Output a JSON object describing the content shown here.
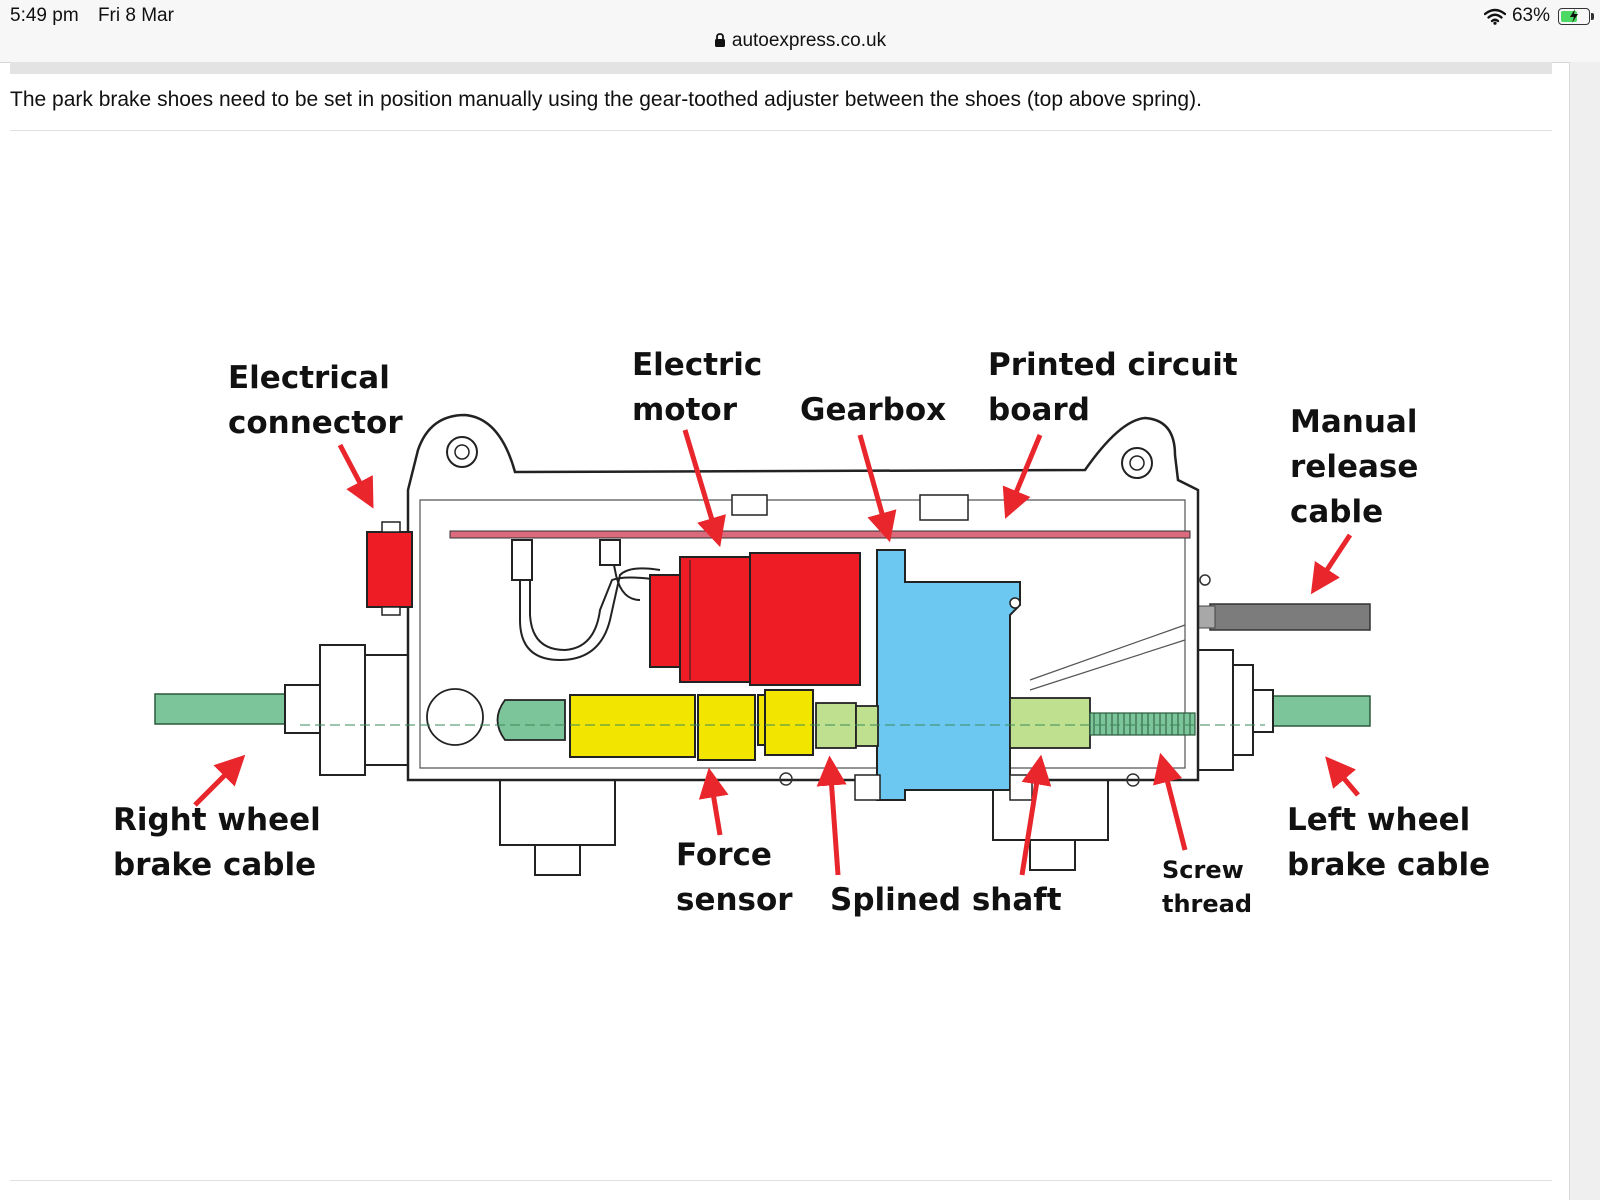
{
  "status_bar": {
    "time": "5:49 pm",
    "date": "Fri 8 Mar",
    "battery": "63%",
    "battery_level": 0.63,
    "icons": [
      "wifi-icon",
      "battery-charging-icon"
    ]
  },
  "browser": {
    "url": "autoexpress.co.uk",
    "icon": "lock-icon"
  },
  "article": {
    "caption": "The park brake shoes need to be set in position manually using the gear-toothed adjuster between the shoes (top above spring)."
  },
  "diagram": {
    "colors": {
      "motor_red": "#ee1c24",
      "gearbox_blue": "#6cc8f0",
      "force_sensor_yellow": "#f2e600",
      "shaft_green": "#bfe08f",
      "cable_green": "#7cc49a",
      "pcb_pink": "#d96b7d",
      "arrow_red": "#e8262c"
    },
    "labels": {
      "electrical_connector": [
        "Electrical",
        "connector"
      ],
      "electric_motor": [
        "Electric",
        "motor"
      ],
      "gearbox": "Gearbox",
      "printed_circuit_board": [
        "Printed circuit",
        "board"
      ],
      "manual_release_cable": [
        "Manual",
        "release",
        "cable"
      ],
      "right_wheel_brake_cable": [
        "Right wheel",
        "brake cable"
      ],
      "force_sensor": [
        "Force",
        "sensor"
      ],
      "splined_shaft": "Splined shaft",
      "screw_thread": [
        "Screw",
        "thread"
      ],
      "left_wheel_brake_cable": [
        "Left wheel",
        "brake cable"
      ]
    }
  }
}
